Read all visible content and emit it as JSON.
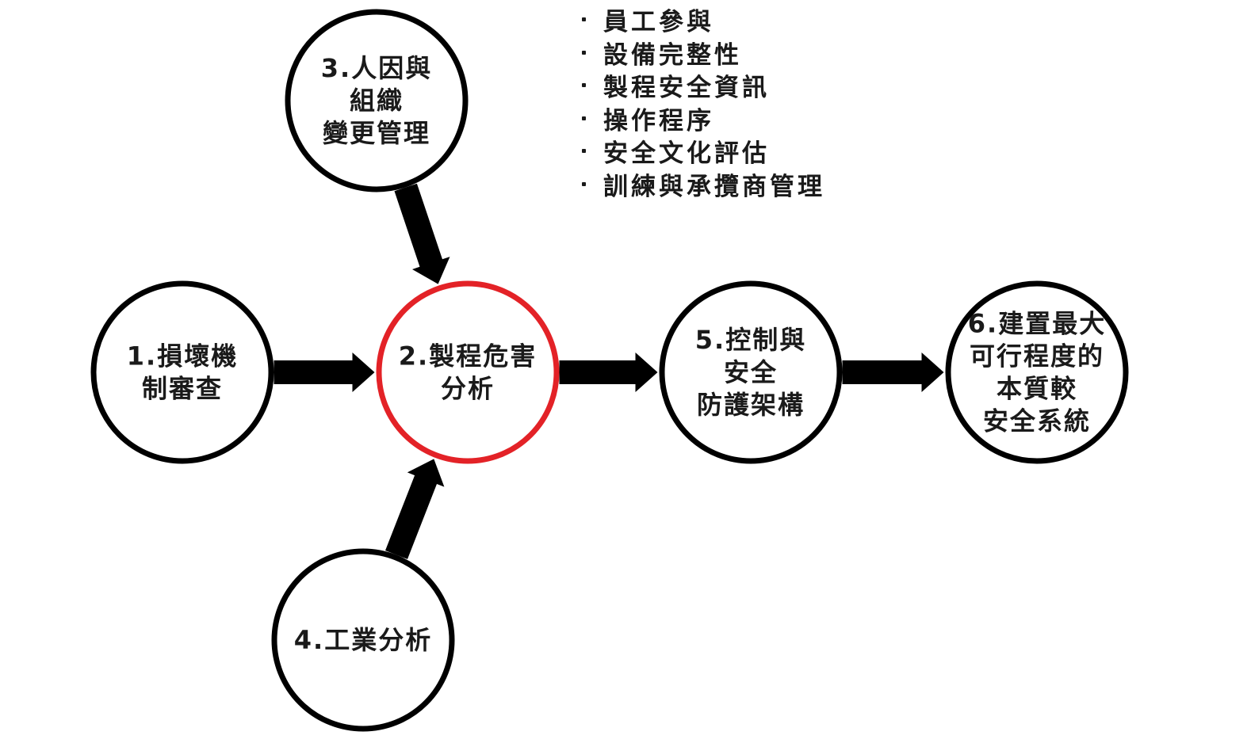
{
  "nodes": [
    {
      "id": "n1",
      "lines": [
        "1.損壞機",
        "制審查"
      ],
      "stroke": "#000000"
    },
    {
      "id": "n2",
      "lines": [
        "2.製程危害",
        "分析"
      ],
      "stroke": "#e32227"
    },
    {
      "id": "n3",
      "lines": [
        "3.人因與",
        "組織",
        "變更管理"
      ],
      "stroke": "#000000"
    },
    {
      "id": "n4",
      "lines": [
        "4.工業分析"
      ],
      "stroke": "#000000"
    },
    {
      "id": "n5",
      "lines": [
        "5.控制與",
        "安全",
        "防護架構"
      ],
      "stroke": "#000000"
    },
    {
      "id": "n6",
      "lines": [
        "6.建置最大",
        "可行程度的",
        "本質較",
        "安全系統"
      ],
      "stroke": "#000000"
    }
  ],
  "edges": [
    {
      "from": "n1",
      "to": "n2"
    },
    {
      "from": "n3",
      "to": "n2"
    },
    {
      "from": "n4",
      "to": "n2"
    },
    {
      "from": "n2",
      "to": "n5"
    },
    {
      "from": "n5",
      "to": "n6"
    }
  ],
  "bullets": [
    "員工參與",
    "設備完整性",
    "製程安全資訊",
    "操作程序",
    "安全文化評估",
    "訓練與承攬商管理"
  ],
  "colors": {
    "arrow": "#000000",
    "text": "#1a1a1a",
    "highlight": "#e32227"
  }
}
